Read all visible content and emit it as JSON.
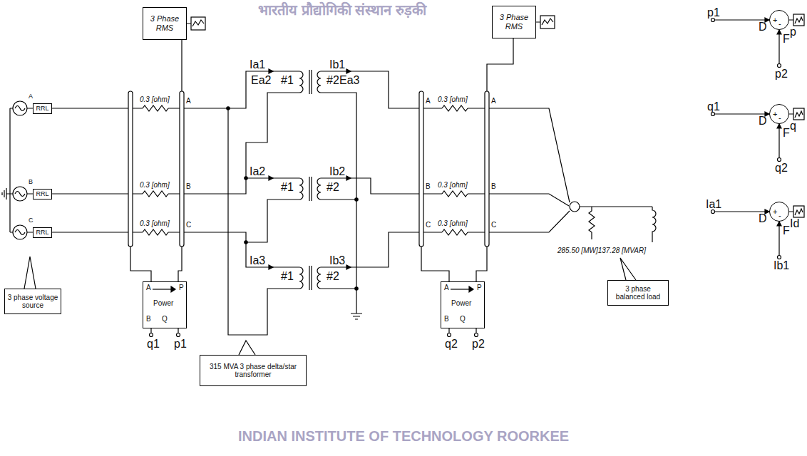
{
  "diagram": {
    "nodes": [
      {
        "text": [
          "3 Phase RMS"
        ]
      },
      {
        "text": [
          "3 Phase RMS"
        ]
      },
      {
        "text": [
          "RRL"
        ]
      },
      {
        "text": [
          "RRL"
        ]
      },
      {
        "text": [
          "RRL"
        ]
      },
      {
        "text": [
          "3 phase voltage source"
        ]
      },
      {
        "text": [
          "A",
          "Power",
          "P",
          "B",
          "Q"
        ]
      },
      {
        "text": [
          "A",
          "Power",
          "P",
          "B",
          "Q"
        ]
      },
      {
        "text": [
          "315 MVA 3 phase delta/star transformer"
        ]
      },
      {
        "text": [
          "3 phase balanced load"
        ]
      },
      {
        "text": [
          "+",
          "-"
        ]
      },
      {
        "text": [
          "+",
          "-"
        ]
      },
      {
        "text": [
          "+",
          "-"
        ]
      }
    ],
    "labels": [
      "A",
      "B",
      "C",
      "0.3 [ohm]",
      "0.3 [ohm]",
      "0.3 [ohm]",
      "A",
      "B",
      "C",
      "q1",
      "p1",
      "Ia1",
      "Ea2",
      "#1",
      "#2",
      "Ea3",
      "Ib1",
      "Ia2",
      "#1",
      "#2",
      "Ib2",
      "Ia3",
      "#1",
      "#2",
      "Ib3",
      "0.3 [ohm]",
      "0.3 [ohm]",
      "0.3 [ohm]",
      "A",
      "B",
      "C",
      "A",
      "B",
      "C",
      "q2",
      "p2",
      "285.50 [MW]137.28 [MVAR]",
      "p1",
      "D",
      "F",
      "p2",
      "p",
      "q1",
      "D",
      "F",
      "q2",
      "q",
      "Ia1",
      "D",
      "F",
      "Ib1",
      "Id",
      "भारतीय प्रौद्योगिकी संस्थान रुड़की",
      "INDIAN INSTITUTE OF TECHNOLOGY ROORKEE"
    ]
  }
}
